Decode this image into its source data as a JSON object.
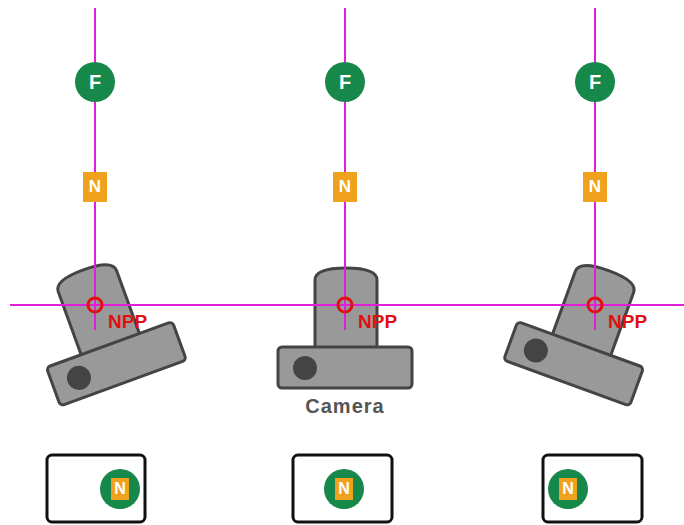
{
  "diagram": {
    "nodes": [
      {
        "text": [
          "F"
        ]
      },
      {
        "text": [
          "F"
        ]
      },
      {
        "text": [
          "F"
        ]
      },
      {
        "text": [
          "N"
        ]
      },
      {
        "text": [
          "N"
        ]
      },
      {
        "text": [
          "N"
        ]
      },
      {
        "text": [
          "N"
        ]
      },
      {
        "text": [
          "N"
        ]
      },
      {
        "text": [
          "N"
        ]
      }
    ],
    "edges": [
      {
        "from": 0,
        "to": 3,
        "arrow": "none"
      },
      {
        "from": 1,
        "to": 4,
        "arrow": "none"
      },
      {
        "from": 2,
        "to": 5,
        "arrow": "none"
      }
    ],
    "labels": [
      "NPP",
      "NPP",
      "NPP",
      "Camera"
    ]
  }
}
